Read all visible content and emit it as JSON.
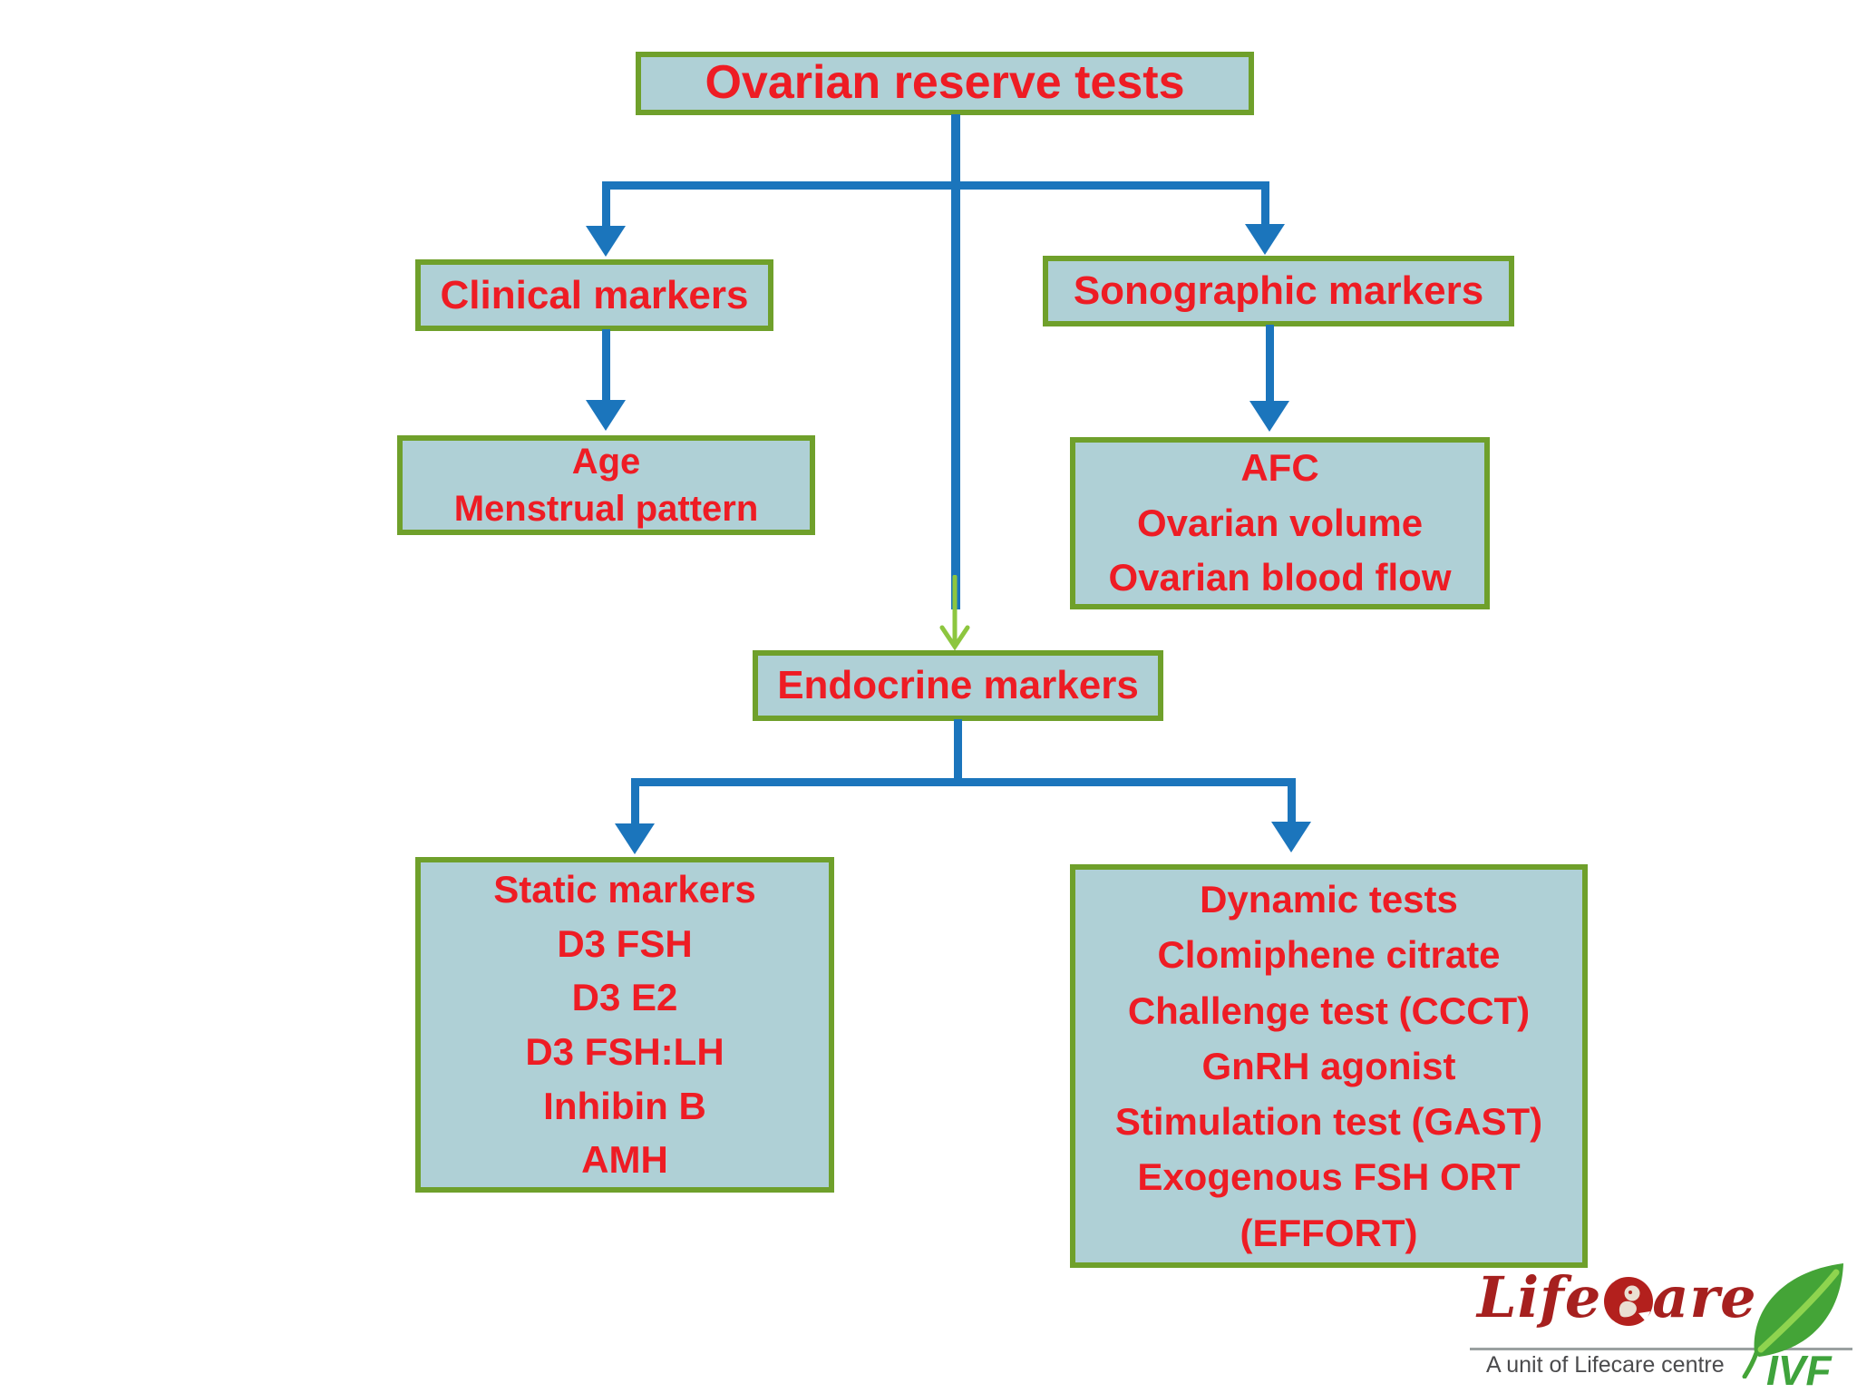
{
  "colors": {
    "box_fill": "#AFD0D6",
    "box_border": "#6FA02B",
    "arrow_blue": "#1B75BC",
    "arrow_green": "#8DC63F",
    "text_red": "#EE1C24",
    "logo_red": "#A6201F",
    "leaf_green": "#44A437",
    "leaf_vein": "#8ED44F",
    "ivf_green": "#3FA33C",
    "tagline_gray": "#4B4B4D",
    "divider_gray": "#9AA0A0"
  },
  "title": {
    "label": "Ovarian reserve tests"
  },
  "nodes": {
    "clinical": {
      "label": "Clinical markers"
    },
    "sonographic": {
      "label": "Sonographic markers"
    },
    "age": {
      "lines": [
        "Age",
        "Menstrual pattern"
      ]
    },
    "afc": {
      "lines": [
        "AFC",
        "Ovarian volume",
        "Ovarian blood flow"
      ]
    },
    "endocrine": {
      "label": "Endocrine markers"
    },
    "static": {
      "lines": [
        "Static markers",
        "D3 FSH",
        "D3 E2",
        "D3 FSH:LH",
        "Inhibin B",
        "AMH"
      ]
    },
    "dynamic": {
      "lines": [
        "Dynamic tests",
        "Clomiphene citrate",
        "Challenge test (CCCT)",
        "GnRH agonist",
        "Stimulation test (GAST)",
        "Exogenous FSH ORT",
        "(EFFORT)"
      ]
    }
  },
  "logo": {
    "brand_prefix": "Life",
    "brand_suffix": "are",
    "tagline": "A unit of Lifecare centre",
    "division": "IVF"
  }
}
